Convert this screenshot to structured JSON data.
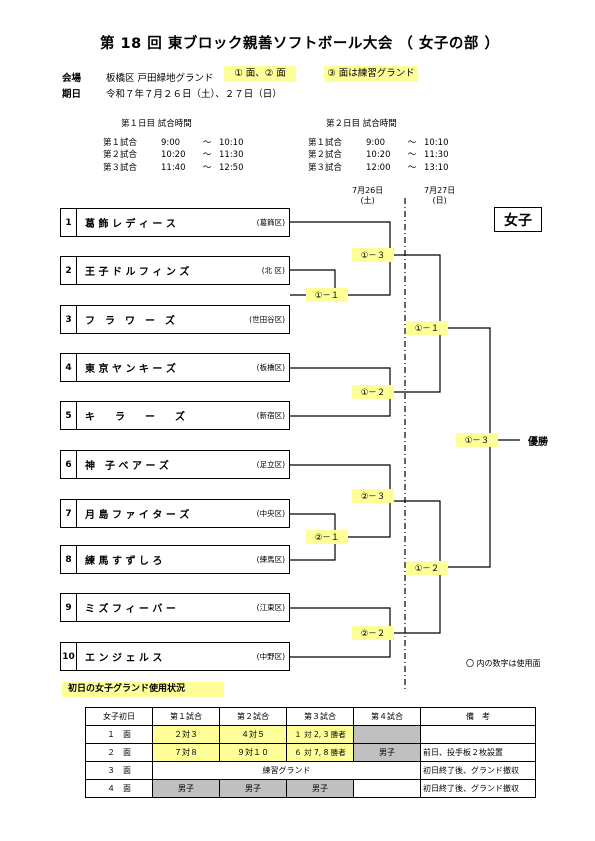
{
  "title": "第 18 回 東ブロック親善ソフトボール大会 （ 女子の部 ）",
  "venue": {
    "label": "会場",
    "value": "板橋区 戸田緑地グランド",
    "badge1": "① 面、② 面",
    "badge2": "③ 面は練習グランド"
  },
  "date": {
    "label": "期日",
    "value": "令和７年７月２６日（土）、２７日（日）"
  },
  "schedule": {
    "day1": {
      "header": "第１日目  試合時間",
      "rows": [
        {
          "game": "第１試合",
          "start": "9:00",
          "sep": "～",
          "end": "10:10"
        },
        {
          "game": "第２試合",
          "start": "10:20",
          "sep": "～",
          "end": "11:30"
        },
        {
          "game": "第３試合",
          "start": "11:40",
          "sep": "～",
          "end": "12:50"
        }
      ]
    },
    "day2": {
      "header": "第２日目  試合時間",
      "rows": [
        {
          "game": "第１試合",
          "start": "9:00",
          "sep": "～",
          "end": "10:10"
        },
        {
          "game": "第２試合",
          "start": "10:20",
          "sep": "～",
          "end": "11:30"
        },
        {
          "game": "第３試合",
          "start": "12:00",
          "sep": "～",
          "end": "13:10"
        }
      ]
    }
  },
  "dates": {
    "d1": "7月26日",
    "d1_dow": "(土)",
    "d2": "7月27日",
    "d2_dow": "(日)"
  },
  "division_label": "女子",
  "teams": [
    {
      "num": "1",
      "name": "葛 飾 レ デ ィ ー ス",
      "ward": "(葛飾区)"
    },
    {
      "num": "2",
      "name": "王 子 ド ル フ ィ ン ズ",
      "ward": "(北 区)"
    },
    {
      "num": "3",
      "name": "フ　ラ　ワ　ー　ズ",
      "ward": "(世田谷区)"
    },
    {
      "num": "4",
      "name": "東 京 ヤ ン キ ー ズ",
      "ward": "(板橋区)"
    },
    {
      "num": "5",
      "name": "キ　　ラ　　ー　　ズ",
      "ward": "(新宿区)"
    },
    {
      "num": "6",
      "name": "神　子 ベ ア ー ズ",
      "ward": "(足立区)"
    },
    {
      "num": "7",
      "name": "月 島 フ ァ イ タ ー ズ",
      "ward": "(中央区)"
    },
    {
      "num": "8",
      "name": "練 馬 す ず し ろ",
      "ward": "(練馬区)"
    },
    {
      "num": "9",
      "name": "ミ ズ フ ィ ー バ ー",
      "ward": "(江東区)"
    },
    {
      "num": "10",
      "name": "エ ン ジ ェ ル ス",
      "ward": "(中野区)"
    }
  ],
  "matches": {
    "m1_1": "①－１",
    "m1_2": "①－２",
    "m1_3": "①－３",
    "m2_1": "②－１",
    "m2_2": "②－２",
    "m2_3": "②－３",
    "s1_1": "①－１",
    "s1_2": "①－２",
    "final": "①－３"
  },
  "winner_label": "優勝",
  "note": "〇 内の数字は使用面",
  "usage": {
    "title": "初日の女子グランド使用状況",
    "headers": [
      "女子初日",
      "第１試合",
      "第２試合",
      "第３試合",
      "第４試合",
      "備　考"
    ],
    "rows": [
      {
        "court": "１　面",
        "g1": "２対３",
        "g2": "４対５",
        "g3": "１ 対 2, 3 勝者",
        "g4": "",
        "note": ""
      },
      {
        "court": "２　面",
        "g1": "７対８",
        "g2": "９対１０",
        "g3": "６ 対 7, 8 勝者",
        "g4": "男子",
        "note": "前日、投手板２枚設置"
      },
      {
        "court": "３　面",
        "merged": "練習グランド",
        "note": "初日終了後、グランド撤収"
      },
      {
        "court": "４　面",
        "g1": "男子",
        "g2": "男子",
        "g3": "男子",
        "g4": "",
        "note": "初日終了後、グランド撤収"
      }
    ]
  }
}
